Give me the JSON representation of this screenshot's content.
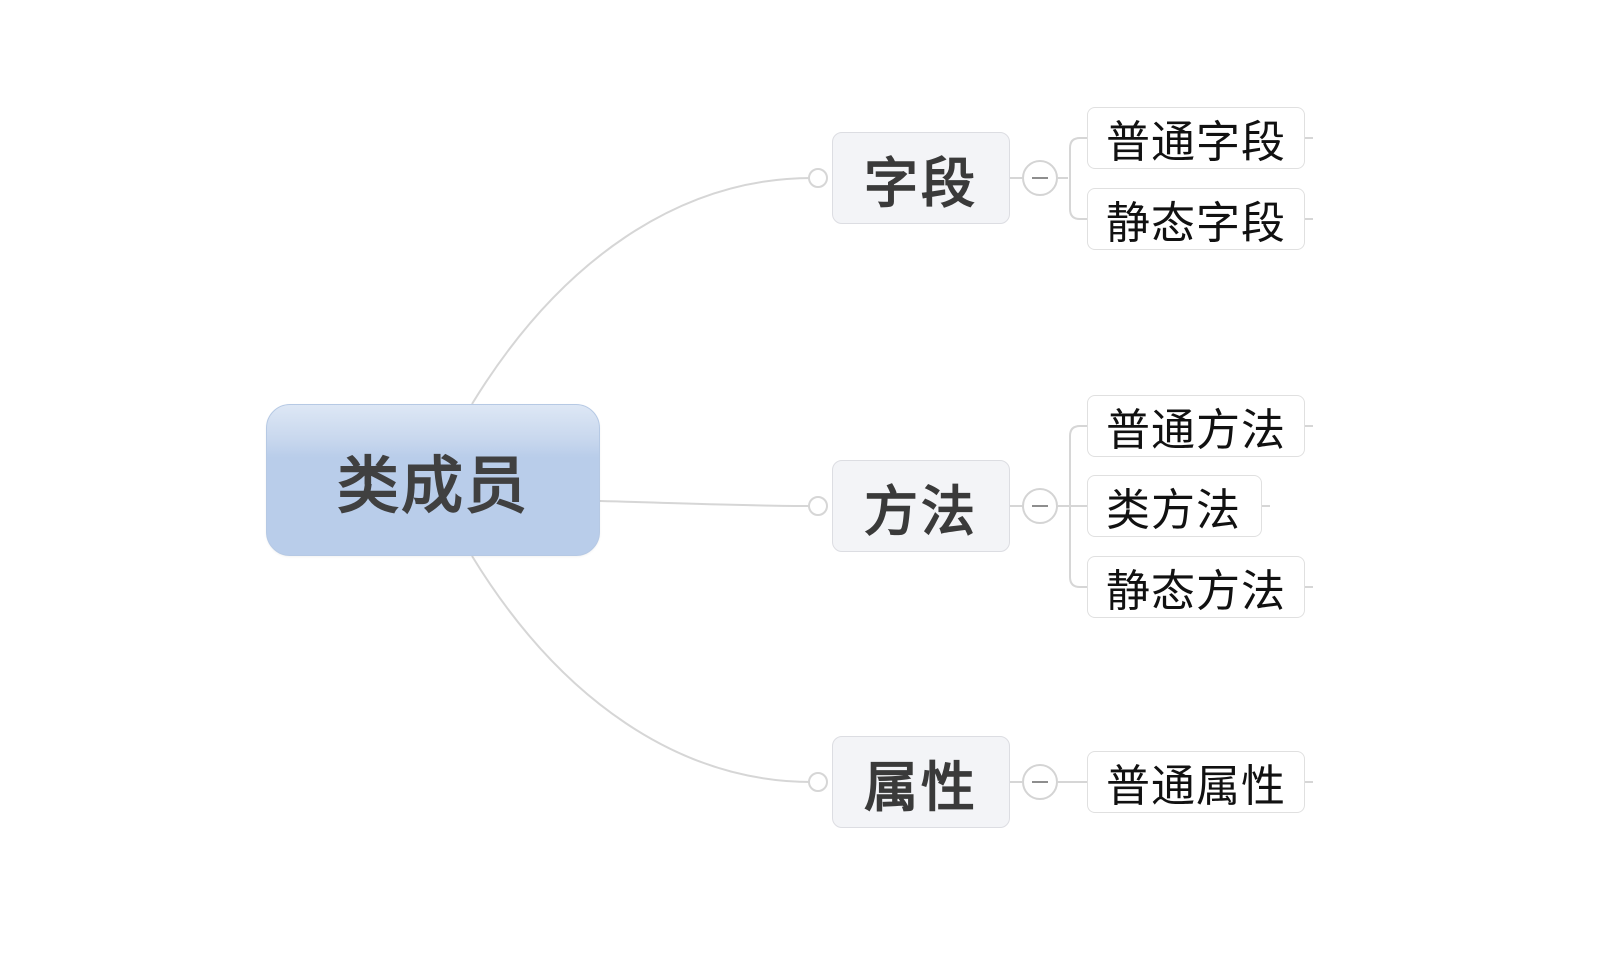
{
  "mindmap": {
    "root": {
      "label": "类成员"
    },
    "branches": [
      {
        "label": "字段",
        "children": [
          {
            "label": "普通字段"
          },
          {
            "label": "静态字段"
          }
        ]
      },
      {
        "label": "方法",
        "children": [
          {
            "label": "普通方法"
          },
          {
            "label": "类方法"
          },
          {
            "label": "静态方法"
          }
        ]
      },
      {
        "label": "属性",
        "children": [
          {
            "label": "普通属性"
          }
        ]
      }
    ]
  },
  "colors": {
    "root_fill": "#b9cdea",
    "branch_fill": "#f3f4f7",
    "connector": "#d6d6d6"
  }
}
